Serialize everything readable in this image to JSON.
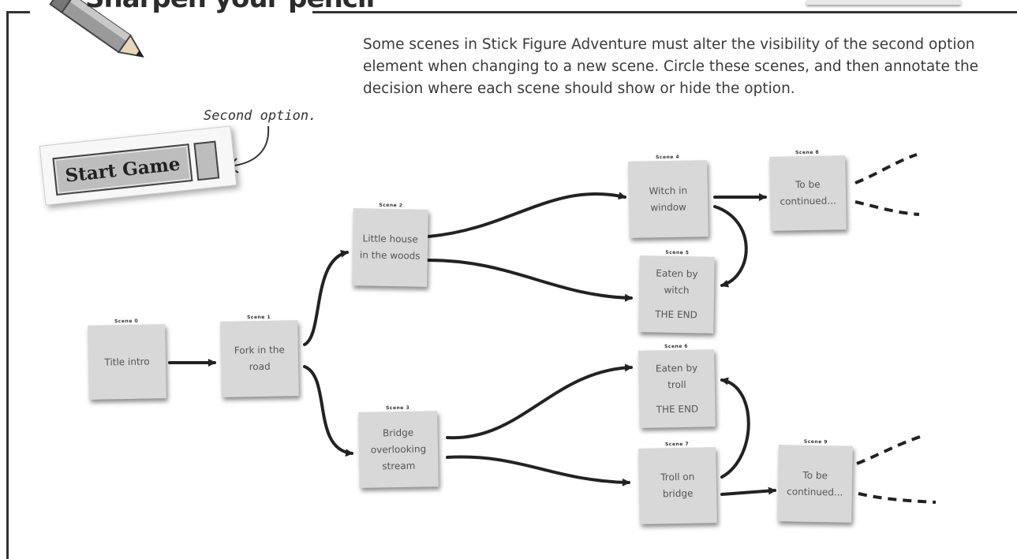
{
  "header": {
    "title": "Sharpen your pencil",
    "instructions": "Some scenes in Stick Figure Adventure must alter the visibility of the second option element when changing to a new scene. Circle these scenes, and then annotate the decision where each scene should show or hide the option."
  },
  "annotation": "Second option.",
  "start_widget": {
    "button_label": "Start Game"
  },
  "scenes": {
    "s0": {
      "label": "Scene 0",
      "text": "Title intro"
    },
    "s1": {
      "label": "Scene 1",
      "text": "Fork in the\nroad"
    },
    "s2": {
      "label": "Scene 2",
      "text": "Little house\nin the woods"
    },
    "s3": {
      "label": "Scene 3",
      "text": "Bridge\noverlooking\nstream"
    },
    "s4": {
      "label": "Scene 4",
      "text": "Witch in\nwindow"
    },
    "s5": {
      "label": "Scene 5",
      "text": "Eaten by\nwitch",
      "end": "THE END"
    },
    "s6": {
      "label": "Scene 6",
      "text": "Eaten by\ntroll",
      "end": "THE END"
    },
    "s7": {
      "label": "Scene 7",
      "text": "Troll on\nbridge"
    },
    "s8": {
      "label": "Scene 8",
      "text": "To be\ncontinued..."
    },
    "s9": {
      "label": "Scene 9",
      "text": "To be\ncontinued..."
    }
  },
  "colors": {
    "note": "#d8d8d8",
    "ink": "#222222",
    "frame": "#333333"
  },
  "icons": [
    "pencil-icon",
    "arrow-icon"
  ]
}
